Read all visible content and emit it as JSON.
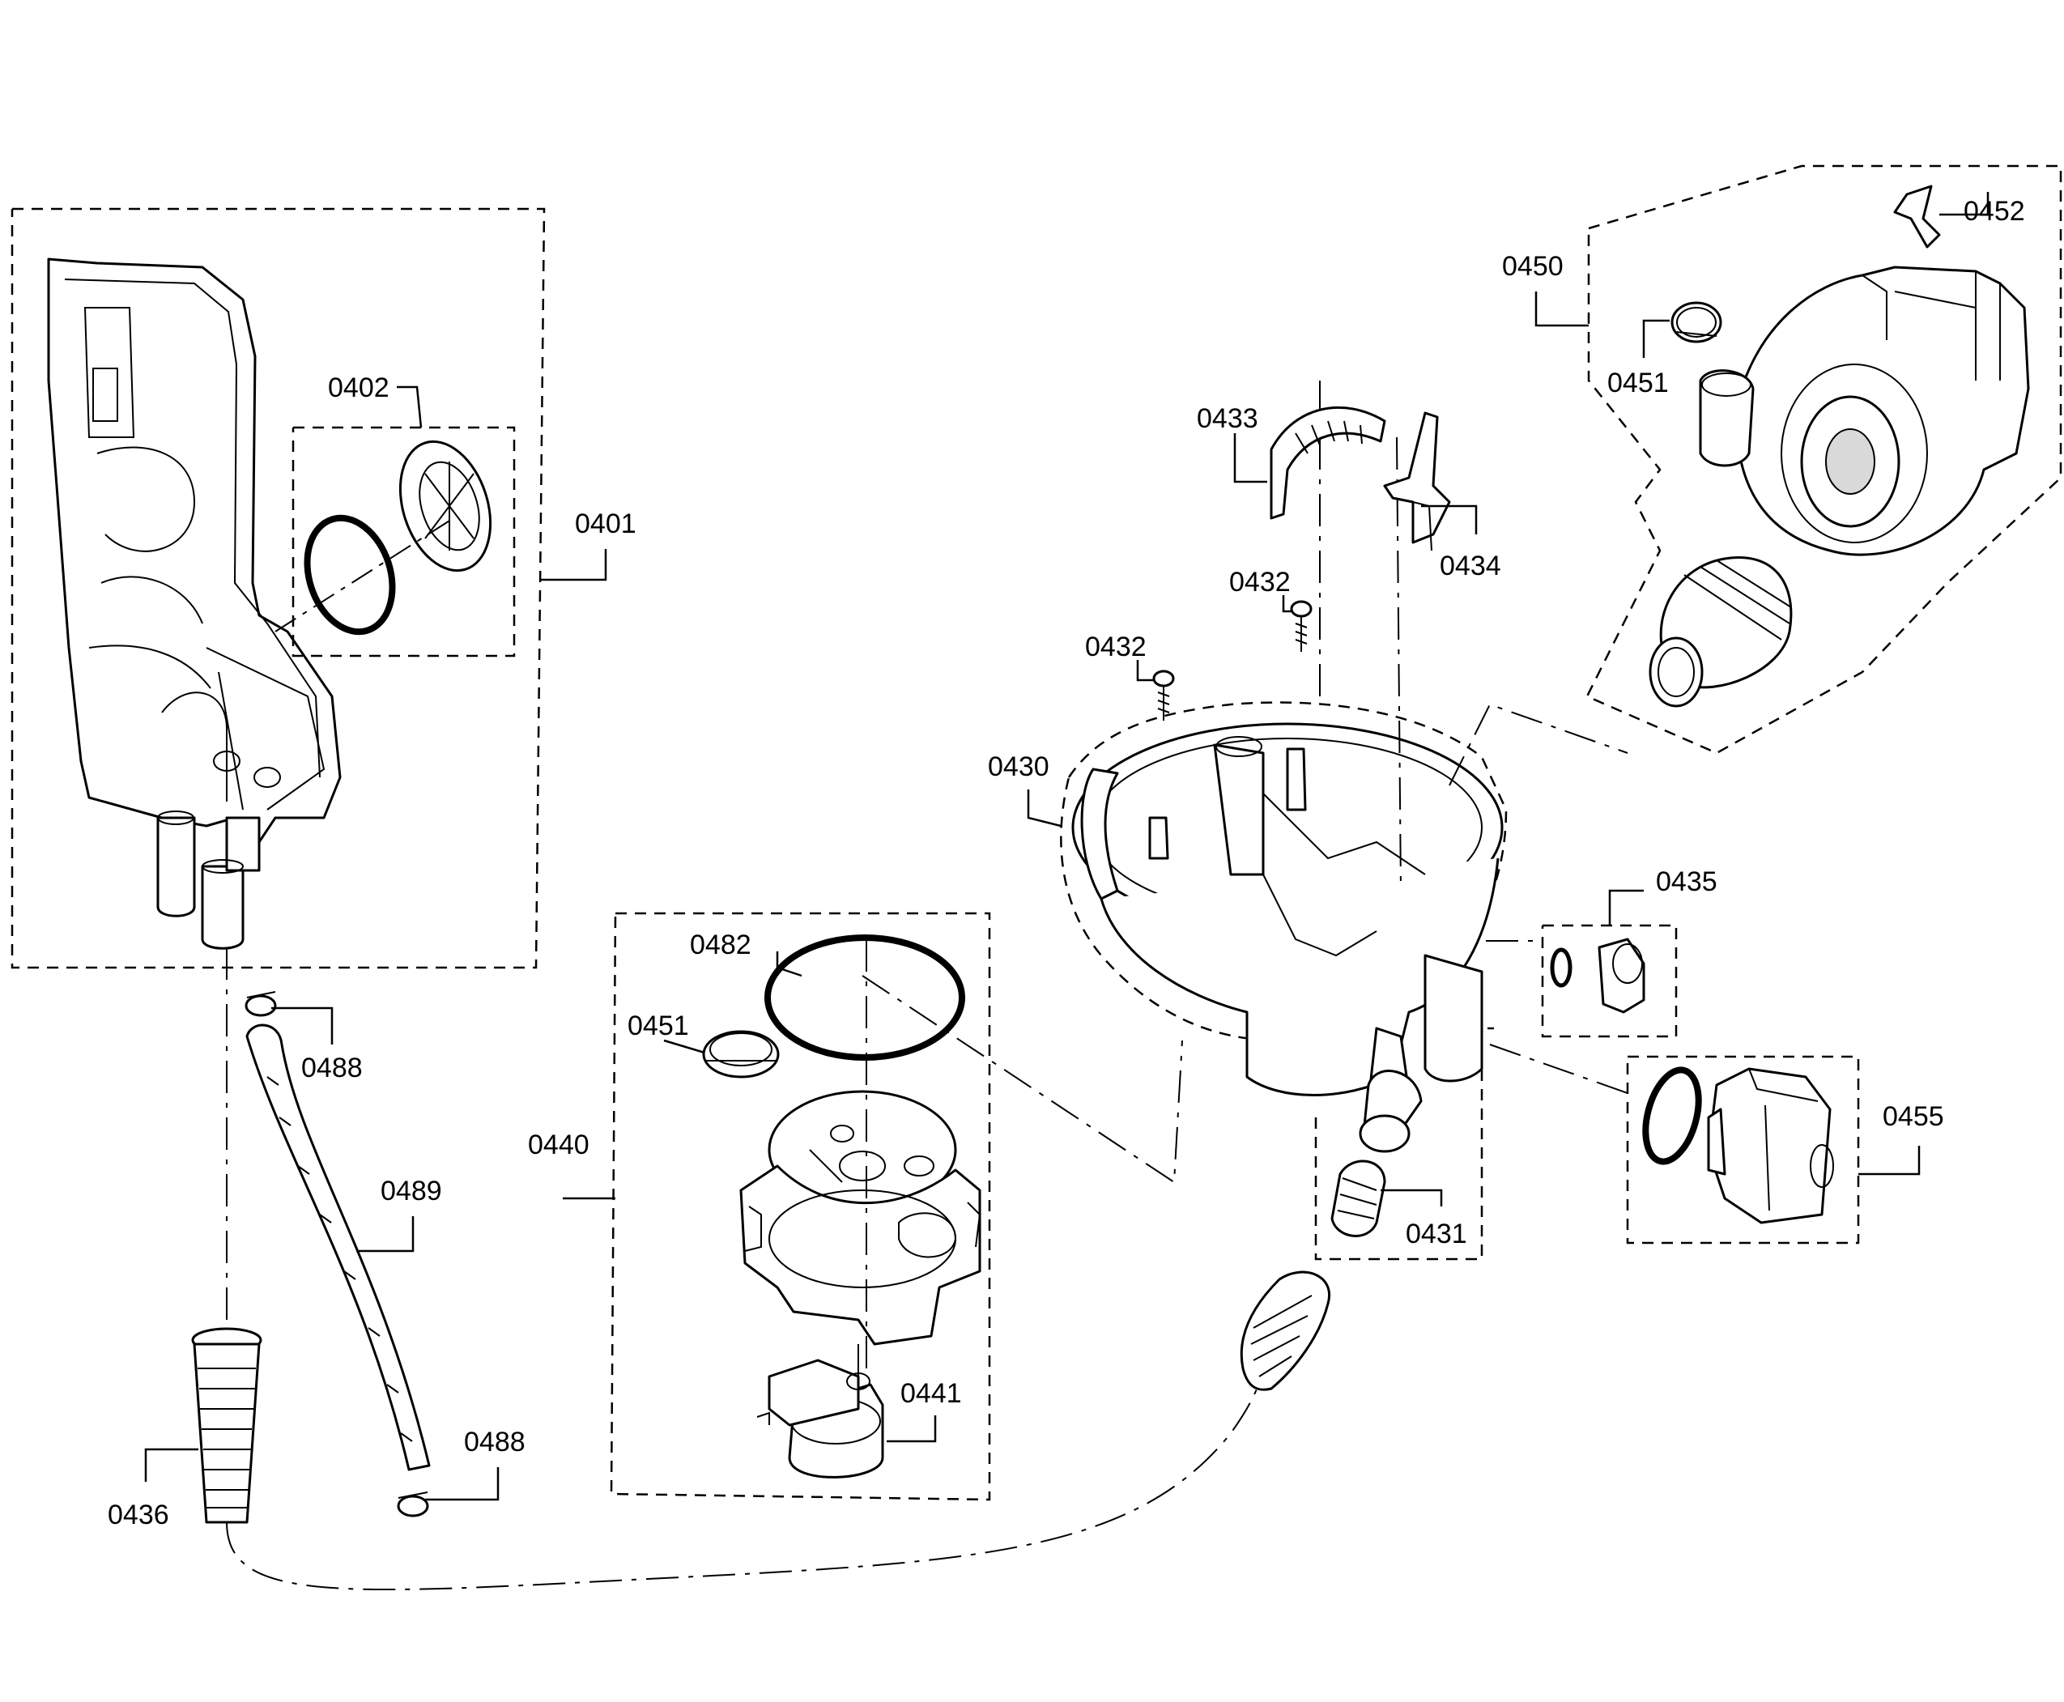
{
  "labels": {
    "p0401": "0401",
    "p0402": "0402",
    "p0430": "0430",
    "p0431": "0431",
    "p0432a": "0432",
    "p0432b": "0432",
    "p0433": "0433",
    "p0434": "0434",
    "p0435": "0435",
    "p0436": "0436",
    "p0440": "0440",
    "p0441": "0441",
    "p0450": "0450",
    "p0451a": "0451",
    "p0451b": "0451",
    "p0452": "0452",
    "p0455": "0455",
    "p0482": "0482",
    "p0488a": "0488",
    "p0488b": "0488",
    "p0489": "0489"
  }
}
